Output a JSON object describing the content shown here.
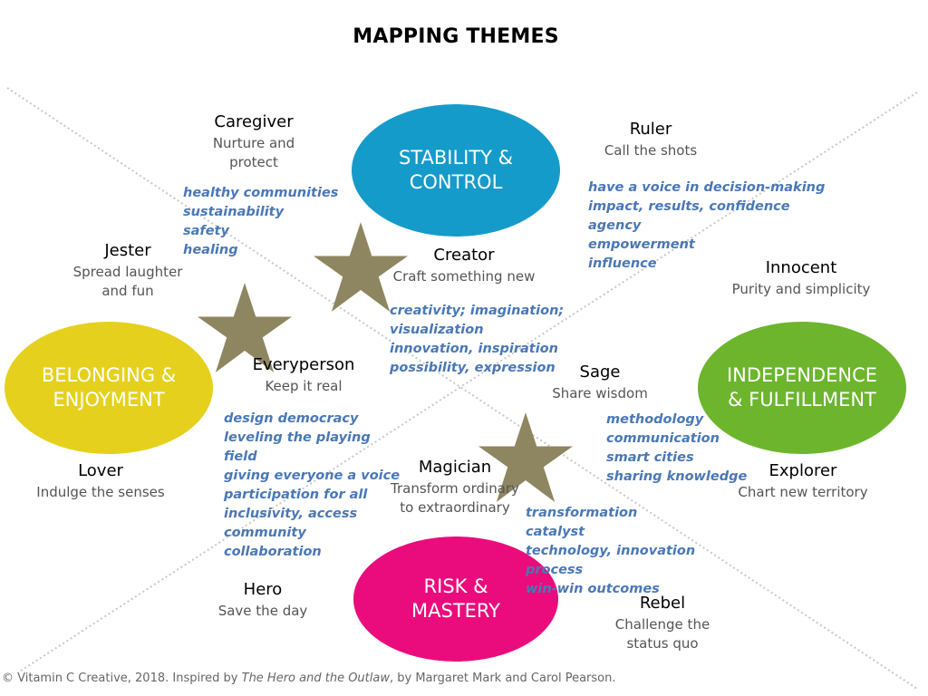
{
  "title": "MAPPING THEMES",
  "colors": {
    "stability": "#159bca",
    "belonging": "#e5d11d",
    "independence": "#6cb52d",
    "risk": "#ea0c7c",
    "star": "#8e8660",
    "keyword": "#4a78b6"
  },
  "themes": {
    "stability": "STABILITY &\nCONTROL",
    "belonging": "BELONGING &\nENJOYMENT",
    "independence": "INDEPENDENCE\n& FULFILLMENT",
    "risk": "RISK &\nMASTERY"
  },
  "archetypes": [
    {
      "name": "Caregiver",
      "desc": "Nurture and\nprotect",
      "keywords": [
        "healthy communities",
        "sustainability",
        "safety",
        "healing"
      ]
    },
    {
      "name": "Ruler",
      "desc": "Call the shots",
      "keywords": [
        "have a voice in decision-making",
        "impact, results, confidence",
        "agency",
        "empowerment",
        "influence"
      ]
    },
    {
      "name": "Jester",
      "desc": "Spread laughter\nand fun",
      "keywords": []
    },
    {
      "name": "Creator",
      "desc": "Craft something new",
      "keywords": [
        "creativity; imagination;",
        "visualization",
        "innovation, inspiration",
        "possibility, expression"
      ]
    },
    {
      "name": "Innocent",
      "desc": "Purity and simplicity",
      "keywords": []
    },
    {
      "name": "Everyperson",
      "desc": "Keep it real",
      "keywords": [
        "design democracy",
        "leveling the playing",
        "field",
        "giving everyone a voice",
        "participation for all",
        "inclusivity, access",
        "community",
        "collaboration"
      ]
    },
    {
      "name": "Sage",
      "desc": "Share wisdom",
      "keywords": [
        "methodology",
        "communication",
        "smart cities",
        "sharing knowledge"
      ]
    },
    {
      "name": "Lover",
      "desc": "Indulge the senses",
      "keywords": []
    },
    {
      "name": "Magician",
      "desc": "Transform ordinary\nto extraordinary",
      "keywords": [
        "transformation",
        "catalyst",
        "technology, innovation",
        "process",
        "win-win outcomes"
      ]
    },
    {
      "name": "Explorer",
      "desc": "Chart new territory",
      "keywords": []
    },
    {
      "name": "Hero",
      "desc": "Save the day",
      "keywords": []
    },
    {
      "name": "Rebel",
      "desc": "Challenge the\nstatus quo",
      "keywords": []
    }
  ],
  "footer": {
    "prefix": "© Vitamin C Creative, 2018. Inspired by ",
    "book": "The Hero and the Outlaw",
    "suffix": ", by Margaret Mark and Carol Pearson."
  }
}
